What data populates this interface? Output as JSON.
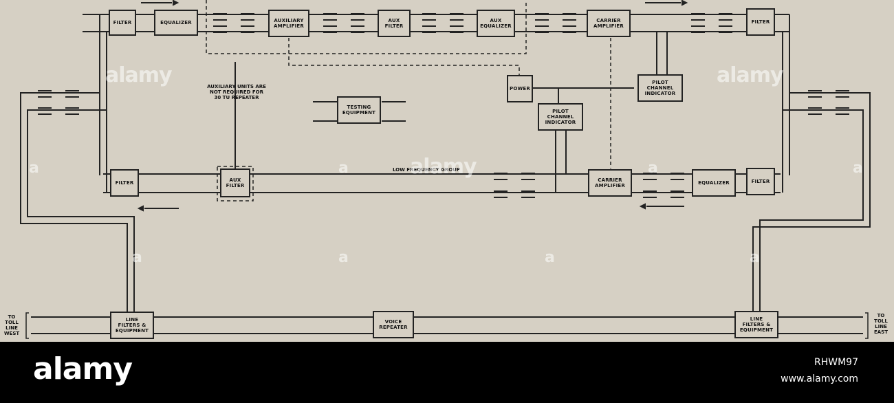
{
  "blocks": {
    "filter_top_left": "FILTER",
    "equalizer_top": "EQUALIZER",
    "aux_amplifier": "AUXILIARY\nAMPLIFIER",
    "aux_filter_top": "AUX\nFILTER",
    "aux_equalizer": "AUX\nEQUALIZER",
    "carrier_amp_top": "CARRIER\nAMPLIFIER",
    "filter_top_right": "FILTER",
    "power": "POWER",
    "pilot_indicator_right": "PILOT\nCHANNEL\nINDICATOR",
    "pilot_indicator_mid": "PILOT\nCHANNEL\nINDICATOR",
    "testing_equipment": "TESTING\nEQUIPMENT",
    "filter_bottom_left": "FILTER",
    "aux_filter_bottom": "AUX\nFILTER",
    "carrier_amp_bottom": "CARRIER\nAMPLIFIER",
    "equalizer_bottom": "EQUALIZER",
    "filter_bottom_right": "FILTER",
    "line_filters_left": "LINE\nFILTERS &\nEQUIPMENT",
    "voice_repeater": "VOICE\nREPEATER",
    "line_filters_right": "LINE\nFILTERS &\nEQUIPMENT"
  },
  "labels": {
    "aux_note": "AUXILIARY UNITS ARE\nNOT REQUIRED FOR\n30 TU REPEATER",
    "low_freq_group": "LOW FREQUENCY GROUP",
    "to_toll_west": "TO\nTOLL\nLINE\nWEST",
    "to_toll_east": "TO\nTOLL\nLINE\nEAST"
  },
  "watermarks": {
    "brand": "alamy",
    "marker": "a"
  },
  "footer": {
    "logo": "alamy",
    "image_id": "RHWM97",
    "site": "www.alamy.com"
  }
}
